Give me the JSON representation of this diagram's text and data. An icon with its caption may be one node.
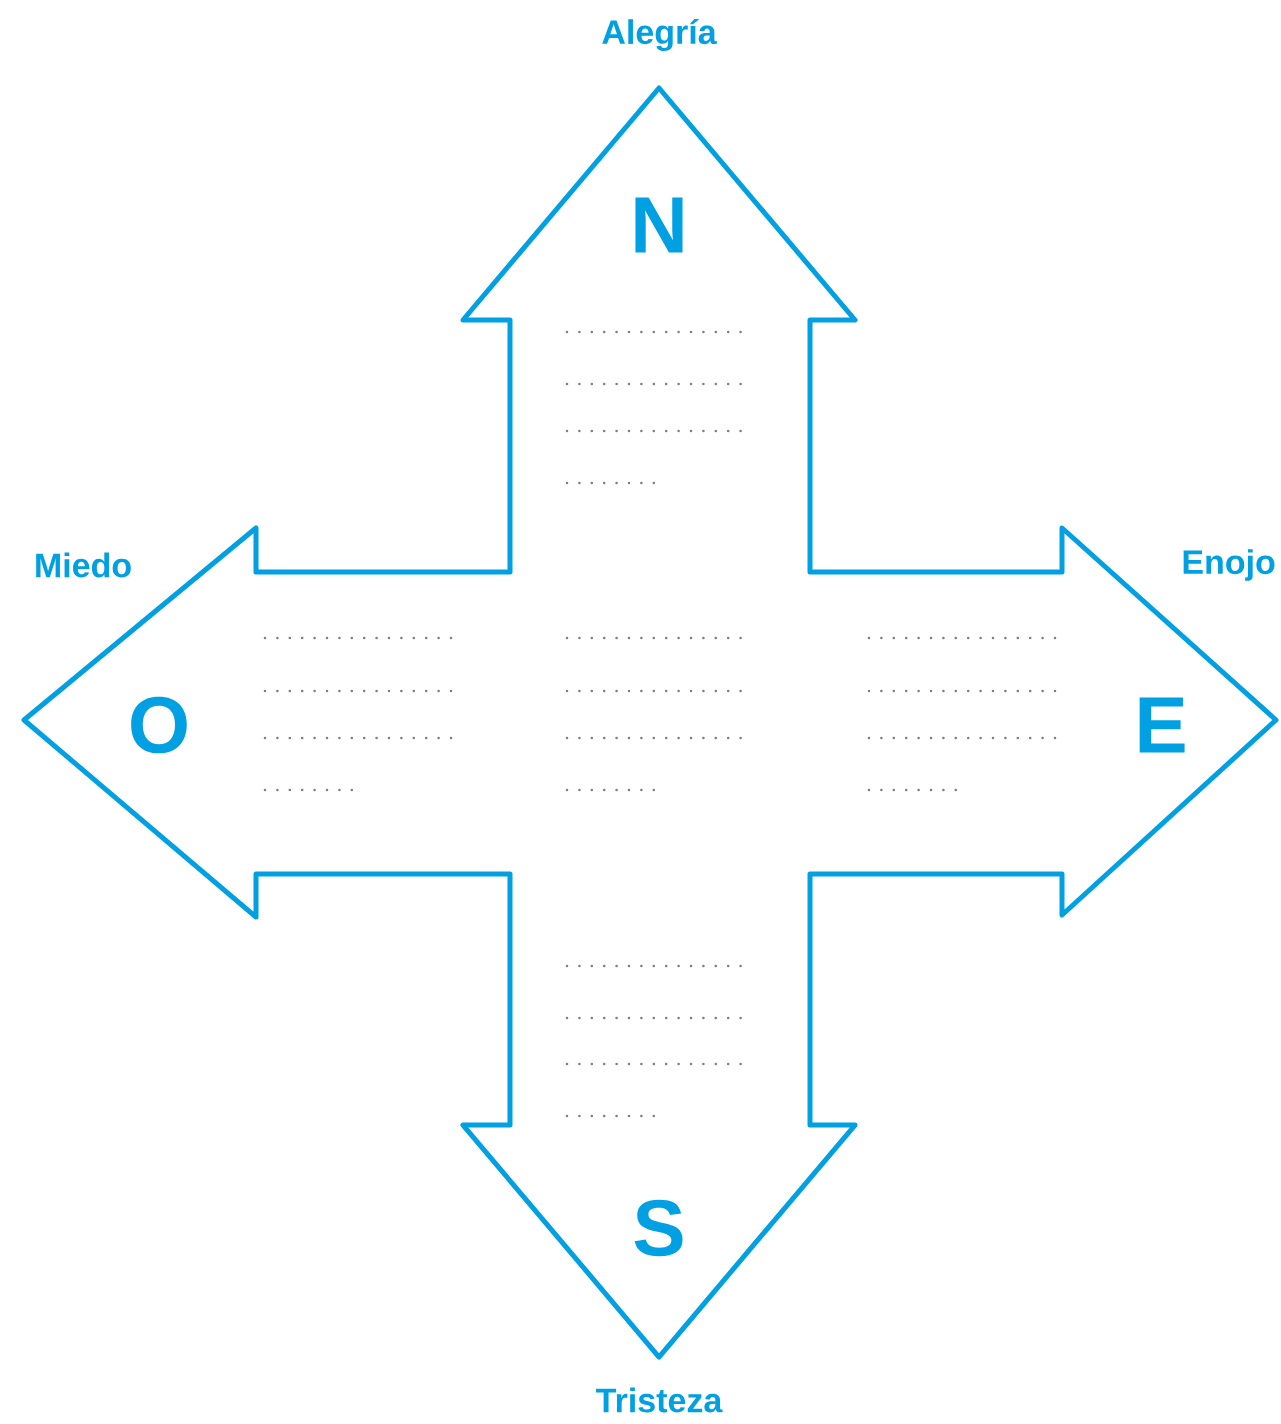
{
  "diagram": {
    "labels": [
      "Alegría",
      "N",
      "Miedo",
      "O",
      "E",
      "Enojo",
      "S",
      "Tristeza"
    ]
  }
}
